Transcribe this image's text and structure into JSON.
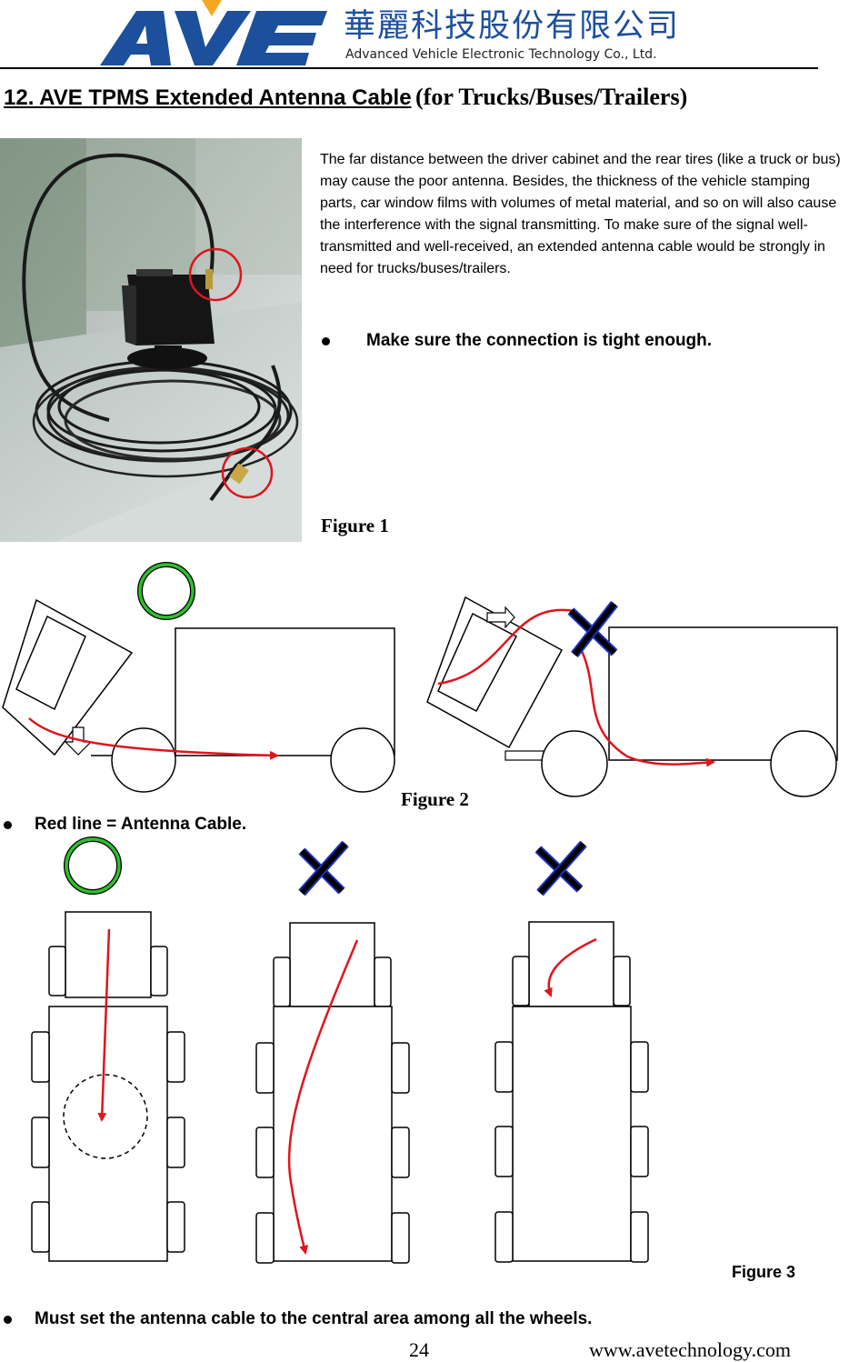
{
  "header": {
    "logo_text": "AVE",
    "company_cn": "華麗科技股份有限公司",
    "company_en": "Advanced Vehicle Electronic Technology Co., Ltd."
  },
  "title": {
    "main": "12. AVE TPMS Extended Antenna Cable",
    "sub": "(for Trucks/Buses/Trailers)"
  },
  "description": "The far distance between the driver cabinet and the rear tires (like a truck or bus) may cause the poor antenna. Besides, the thickness of the vehicle stamping parts, car window films with volumes of metal material, and so on will also cause the interference with the signal transmitting. To make sure of the signal well-transmitted and well-received, an extended antenna cable would be strongly in need for trucks/buses/trailers.",
  "bullets": {
    "connection": "Make sure the connection is tight enough.",
    "red_line": "Red line = Antenna Cable.",
    "central": "Must set the antenna cable to the central area among all the wheels."
  },
  "figures": {
    "fig1": "Figure 1",
    "fig2": "Figure 2",
    "fig3": "Figure 3"
  },
  "footer": {
    "page_number": "24",
    "website": "www.avetechnology.com"
  },
  "colors": {
    "logo_blue": "#1c4f9c",
    "logo_orange": "#f5a623",
    "cable_red": "#e0141c",
    "ok_green": "#2fbf2f",
    "ng_blue": "#1a2fbf"
  }
}
